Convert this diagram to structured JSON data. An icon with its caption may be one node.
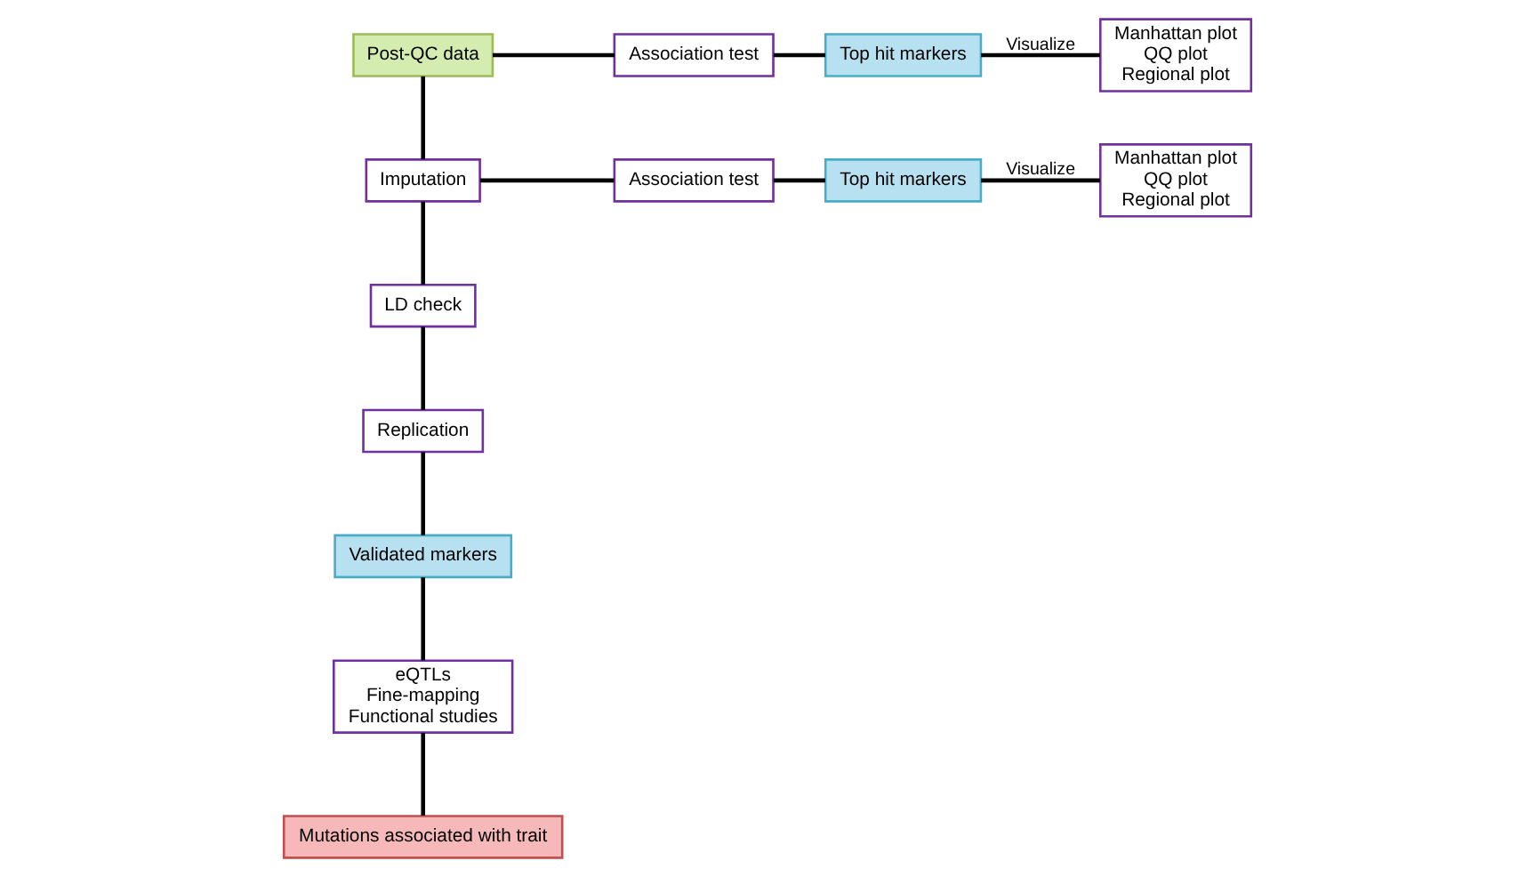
{
  "diagram": {
    "nodes": [
      {
        "text": [
          "Post-QC data"
        ]
      },
      {
        "text": [
          "Association test"
        ]
      },
      {
        "text": [
          "Top hit markers"
        ]
      },
      {
        "text": [
          "Manhattan plot",
          "QQ plot",
          "Regional plot"
        ]
      },
      {
        "text": [
          "Imputation"
        ]
      },
      {
        "text": [
          "Association test"
        ]
      },
      {
        "text": [
          "Top hit markers"
        ]
      },
      {
        "text": [
          "Manhattan plot",
          "QQ plot",
          "Regional plot"
        ]
      },
      {
        "text": [
          "LD check"
        ]
      },
      {
        "text": [
          "Replication"
        ]
      },
      {
        "text": [
          "Validated markers"
        ]
      },
      {
        "text": [
          "eQTLs",
          "Fine-mapping",
          "Functional studies"
        ]
      },
      {
        "text": [
          "Mutations associated with trait"
        ]
      }
    ],
    "edges": [
      {
        "from": 0,
        "to": 1,
        "arrow": "none"
      },
      {
        "from": 1,
        "to": 2,
        "arrow": "none"
      },
      {
        "from": 2,
        "to": 3,
        "arrow": "none",
        "label": "Visualize"
      },
      {
        "from": 0,
        "to": 4,
        "arrow": "none"
      },
      {
        "from": 4,
        "to": 5,
        "arrow": "none"
      },
      {
        "from": 5,
        "to": 6,
        "arrow": "none"
      },
      {
        "from": 6,
        "to": 7,
        "arrow": "none",
        "label": "Visualize"
      },
      {
        "from": 4,
        "to": 8,
        "arrow": "none"
      },
      {
        "from": 8,
        "to": 9,
        "arrow": "none"
      },
      {
        "from": 9,
        "to": 10,
        "arrow": "none"
      },
      {
        "from": 10,
        "to": 11,
        "arrow": "none"
      },
      {
        "from": 11,
        "to": 12,
        "arrow": "none"
      }
    ]
  }
}
